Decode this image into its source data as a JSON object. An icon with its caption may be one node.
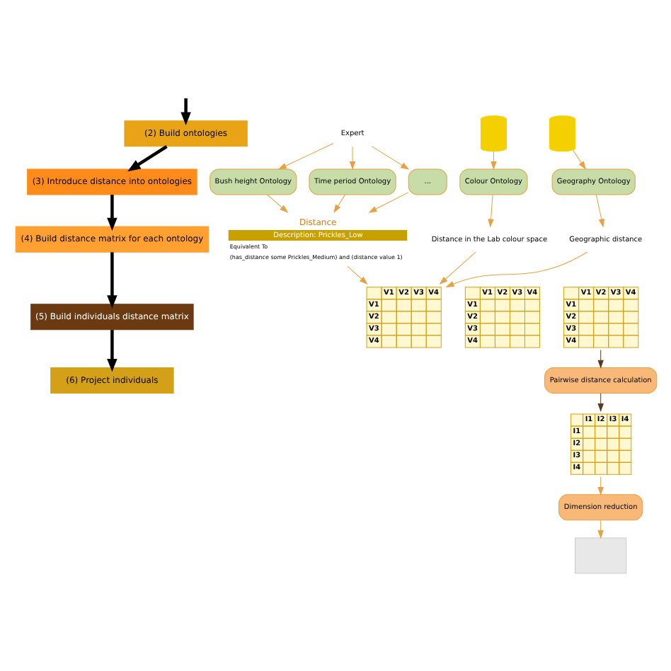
{
  "diagram": {
    "nodes": [
      {
        "text": [
          "(2) Build ontologies"
        ]
      },
      {
        "text": [
          "(3) Introduce distance into ontologies"
        ]
      },
      {
        "text": [
          "(4) Build distance matrix for each ontology"
        ]
      },
      {
        "text": [
          "(5) Build individuals distance matrix"
        ]
      },
      {
        "text": [
          "(6) Project individuals"
        ]
      },
      {
        "text": [
          "Expert"
        ]
      },
      {
        "text": [],
        "shape": "cylinder"
      },
      {
        "text": [],
        "shape": "cylinder"
      },
      {
        "text": [
          "Bush height Ontology"
        ]
      },
      {
        "text": [
          "Time period Ontology"
        ]
      },
      {
        "text": [
          "..."
        ]
      },
      {
        "text": [
          "Colour Ontology"
        ]
      },
      {
        "text": [
          "Geography Ontology"
        ]
      },
      {
        "text": [
          "Distance",
          "Description: Prickles_Low",
          "Equivalent To",
          "(has_distance some Prickles_Medium) and (distance value 1)"
        ]
      },
      {
        "text": [
          "Distance in the Lab colour space"
        ]
      },
      {
        "text": [
          "Geographic distance"
        ]
      },
      {
        "text": [
          "V1",
          "V2",
          "V3",
          "V4",
          "V1",
          "V2",
          "V3",
          "V4"
        ]
      },
      {
        "text": [
          "V1",
          "V2",
          "V3",
          "V4",
          "V1",
          "V2",
          "V3",
          "V4"
        ]
      },
      {
        "text": [
          "V1",
          "V2",
          "V3",
          "V4",
          "V1",
          "V2",
          "V3",
          "V4"
        ]
      },
      {
        "text": [
          "Pairwise distance calculation"
        ]
      },
      {
        "text": [
          "I1",
          "I2",
          "I3",
          "I4",
          "I1",
          "I2",
          "I3",
          "I4"
        ]
      },
      {
        "text": [
          "Dimension reduction"
        ]
      },
      {
        "text": [],
        "shape": "box"
      }
    ],
    "edges": [
      {
        "from": null,
        "to": 0,
        "arrow": "to",
        "style": "thick",
        "color": "#000000"
      },
      {
        "from": 0,
        "to": 1,
        "arrow": "to",
        "style": "thick",
        "color": "#000000"
      },
      {
        "from": 1,
        "to": 2,
        "arrow": "to",
        "style": "thick",
        "color": "#000000"
      },
      {
        "from": 2,
        "to": 3,
        "arrow": "to",
        "style": "thick",
        "color": "#000000"
      },
      {
        "from": 3,
        "to": 4,
        "arrow": "to",
        "style": "thick",
        "color": "#000000"
      },
      {
        "from": 5,
        "to": 8,
        "arrow": "to"
      },
      {
        "from": 5,
        "to": 9,
        "arrow": "to"
      },
      {
        "from": 5,
        "to": 10,
        "arrow": "to"
      },
      {
        "from": 6,
        "to": 11,
        "arrow": "to"
      },
      {
        "from": 7,
        "to": 12,
        "arrow": "to"
      },
      {
        "from": 8,
        "to": 13,
        "arrow": "to"
      },
      {
        "from": 9,
        "to": 13,
        "arrow": "to"
      },
      {
        "from": 10,
        "to": 13,
        "arrow": "to"
      },
      {
        "from": 11,
        "to": 14,
        "arrow": "to"
      },
      {
        "from": 12,
        "to": 15,
        "arrow": "to"
      },
      {
        "from": 13,
        "to": 16,
        "arrow": "to"
      },
      {
        "from": 14,
        "to": 16,
        "arrow": "to"
      },
      {
        "from": 15,
        "to": 16,
        "arrow": "to"
      },
      {
        "from": 18,
        "to": 19,
        "arrow": "to",
        "color": "#5a3a1a"
      },
      {
        "from": 19,
        "to": 20,
        "arrow": "to",
        "color": "#5a3a1a"
      },
      {
        "from": 20,
        "to": 21,
        "arrow": "to"
      },
      {
        "from": 21,
        "to": 22,
        "arrow": "to"
      }
    ]
  }
}
